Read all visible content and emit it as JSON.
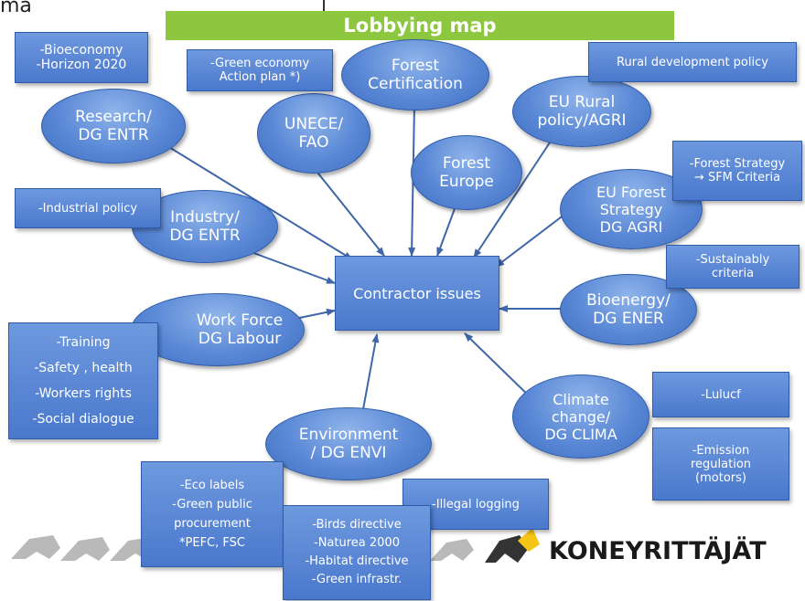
{
  "header": {
    "fragment_left": "ma",
    "title": "Lobbying map"
  },
  "center": {
    "label": "Contractor issues"
  },
  "ellipses": {
    "research": [
      "Research/",
      "DG ENTR"
    ],
    "unece": [
      "UNECE/",
      "FAO"
    ],
    "forest_cert": [
      "Forest",
      "Certification"
    ],
    "forest_europe": [
      "Forest",
      "Europe"
    ],
    "eu_rural": [
      "EU Rural",
      "policy/AGRI"
    ],
    "eu_forest": [
      "EU Forest",
      "Strategy",
      "DG  AGRI"
    ],
    "industry": [
      "Industry/",
      "DG ENTR"
    ],
    "bioenergy": [
      "Bioenergy/",
      "DG ENER"
    ],
    "work_force": [
      "Work Force",
      "DG Labour"
    ],
    "climate": [
      "Climate",
      "change/",
      "DG CLIMA"
    ],
    "environment": [
      "Environment",
      "/ DG ENVI"
    ]
  },
  "boxes": {
    "bioeconomy": [
      "-Bioeconomy",
      "-Horizon 2020"
    ],
    "green_economy": [
      "-Green economy",
      "Action plan *)"
    ],
    "rural_dev": [
      "Rural development policy"
    ],
    "forest_strategy": [
      "-Forest Strategy",
      "→ SFM Criteria"
    ],
    "industrial": [
      "-Industrial policy"
    ],
    "sustainably": [
      "-Sustainably",
      "criteria"
    ],
    "training": [
      "-Training",
      "-Safety , health",
      "-Workers rights",
      "-Social dialogue"
    ],
    "lulucf": [
      "-Lulucf"
    ],
    "emission": [
      "-Emission",
      "regulation",
      "(motors)"
    ],
    "eco_labels": [
      "-Eco labels",
      "-Green public",
      "procurement",
      "*PEFC, FSC"
    ],
    "birds": [
      "-Birds directive",
      "-Naturea 2000",
      "-Habitat directive",
      "-Green infrastr."
    ],
    "illegal": [
      "-Illegal logging"
    ]
  },
  "footer": {
    "brand": "KONEYRITTÄJÄT"
  },
  "colors": {
    "title_bar": "#8dc63f",
    "node_fill": "#5a88d6",
    "node_border": "#2f5ca8",
    "arrow": "#3f66a8",
    "logo_gray": "#b9b9b9",
    "logo_dark": "#333333",
    "logo_yellow": "#f5c518"
  }
}
